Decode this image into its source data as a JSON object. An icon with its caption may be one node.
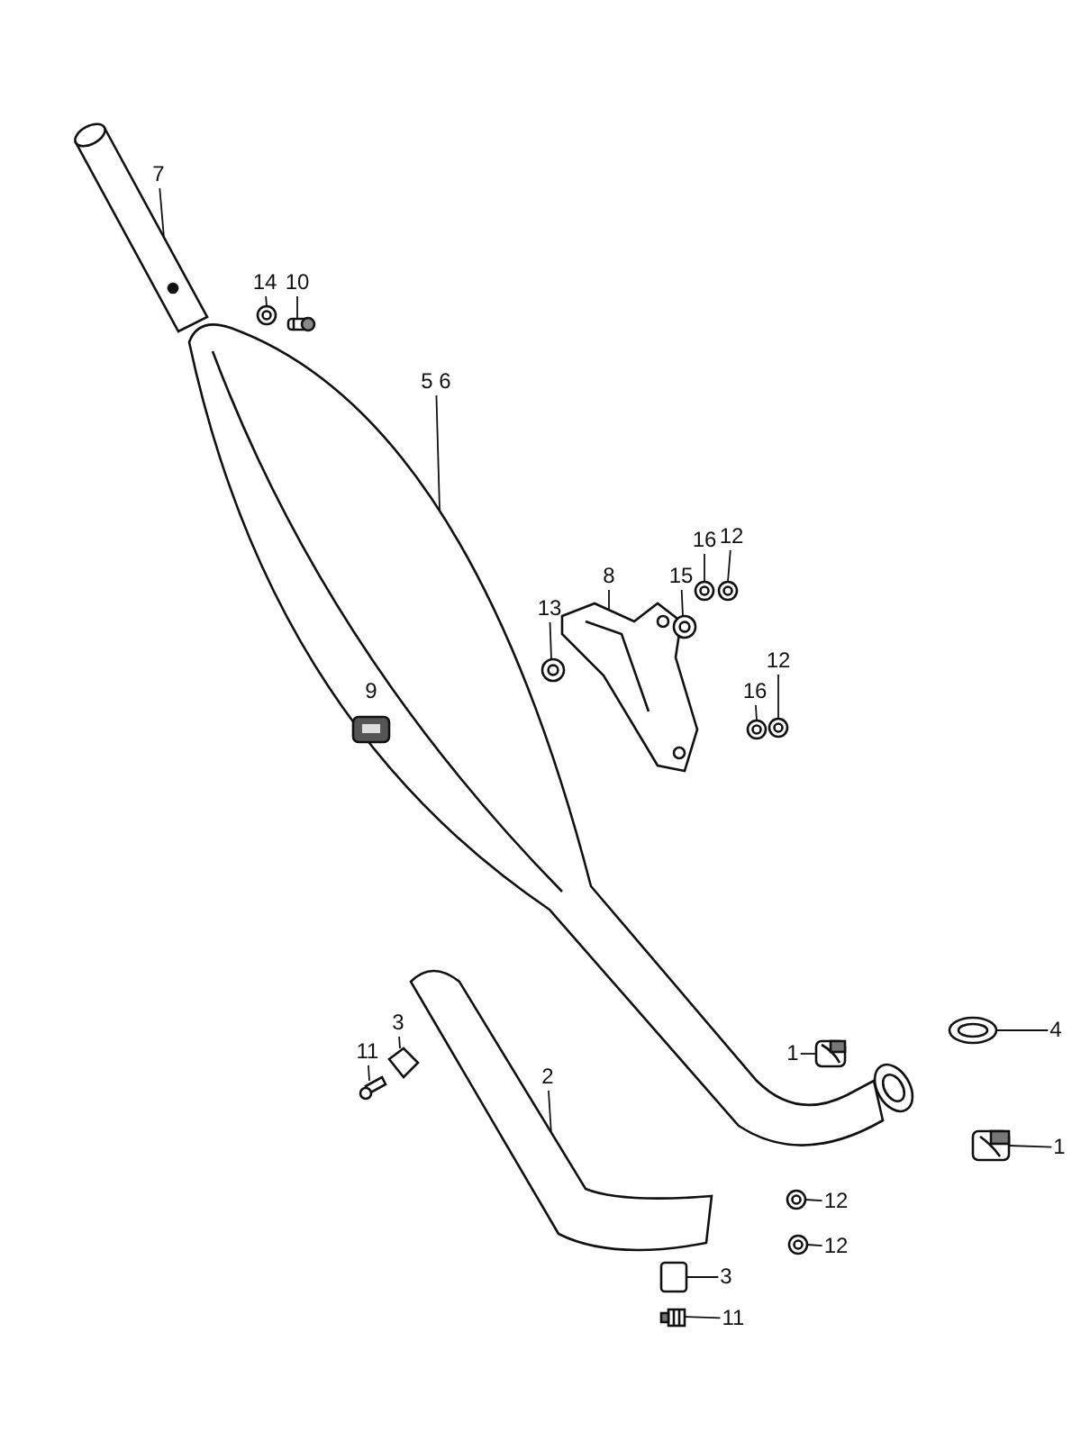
{
  "diagram": {
    "nodes": [
      {
        "text": [
          "7"
        ]
      },
      {
        "text": [
          "14"
        ]
      },
      {
        "text": [
          "10"
        ]
      },
      {
        "text": [
          "5 6"
        ]
      },
      {
        "text": [
          "8"
        ]
      },
      {
        "text": [
          "16"
        ]
      },
      {
        "text": [
          "12"
        ]
      },
      {
        "text": [
          "15"
        ]
      },
      {
        "text": [
          "13"
        ]
      },
      {
        "text": [
          "12"
        ]
      },
      {
        "text": [
          "16"
        ]
      },
      {
        "text": [
          "3"
        ]
      },
      {
        "text": [
          "11"
        ]
      },
      {
        "text": [
          "2"
        ]
      },
      {
        "text": [
          "1"
        ]
      },
      {
        "text": [
          "4"
        ]
      },
      {
        "text": [
          "1"
        ]
      },
      {
        "text": [
          "12"
        ]
      },
      {
        "text": [
          "12"
        ]
      },
      {
        "text": [
          "3"
        ]
      },
      {
        "text": [
          "11"
        ]
      },
      {
        "text": [],
        "shape": "picture"
      },
      {
        "text": [],
        "shape": "picture"
      },
      {
        "text": [],
        "shape": "picture"
      },
      {
        "text": [],
        "shape": "picture"
      },
      {
        "text": [],
        "shape": "picture"
      },
      {
        "text": [],
        "shape": "picture"
      },
      {
        "text": [],
        "shape": "picture"
      },
      {
        "text": [],
        "shape": "picture"
      },
      {
        "text": [],
        "shape": "picture"
      },
      {
        "text": [],
        "shape": "picture"
      },
      {
        "text": [],
        "shape": "picture"
      },
      {
        "text": [],
        "shape": "picture"
      },
      {
        "text": [],
        "shape": "picture"
      },
      {
        "text": [],
        "shape": "picture"
      },
      {
        "text": [],
        "shape": "picture"
      },
      {
        "text": [],
        "shape": "picture"
      },
      {
        "text": [],
        "shape": "picture"
      },
      {
        "text": [],
        "shape": "picture"
      },
      {
        "text": [],
        "shape": "picture"
      },
      {
        "text": [],
        "shape": "picture"
      },
      {
        "text": [],
        "shape": "picture"
      }
    ],
    "edges": [
      {
        "from": 0,
        "to": 21,
        "arrow": "none"
      },
      {
        "from": 1,
        "to": 22,
        "arrow": "none"
      },
      {
        "from": 2,
        "to": 23,
        "arrow": "none"
      },
      {
        "from": 3,
        "to": 24,
        "arrow": "none"
      },
      {
        "from": 4,
        "to": 25,
        "arrow": "none"
      },
      {
        "from": 5,
        "to": 26,
        "arrow": "none"
      },
      {
        "from": 6,
        "to": 27,
        "arrow": "none"
      },
      {
        "from": 7,
        "to": 28,
        "arrow": "none"
      },
      {
        "from": 8,
        "to": 29,
        "arrow": "none"
      },
      {
        "from": 9,
        "to": 30,
        "arrow": "none"
      },
      {
        "from": 10,
        "to": 31,
        "arrow": "none"
      },
      {
        "from": 11,
        "to": 32,
        "arrow": "none"
      },
      {
        "from": 12,
        "to": 33,
        "arrow": "none"
      },
      {
        "from": 13,
        "to": 34,
        "arrow": "none"
      },
      {
        "from": 14,
        "to": 35,
        "arrow": "none"
      },
      {
        "from": 15,
        "to": 36,
        "arrow": "none"
      },
      {
        "from": 16,
        "to": 37,
        "arrow": "none"
      },
      {
        "from": 17,
        "to": 38,
        "arrow": "none"
      },
      {
        "from": 18,
        "to": 39,
        "arrow": "none"
      },
      {
        "from": 19,
        "to": 40,
        "arrow": "none"
      },
      {
        "from": 20,
        "to": 41,
        "arrow": "none"
      }
    ],
    "labels": [
      "9"
    ]
  }
}
